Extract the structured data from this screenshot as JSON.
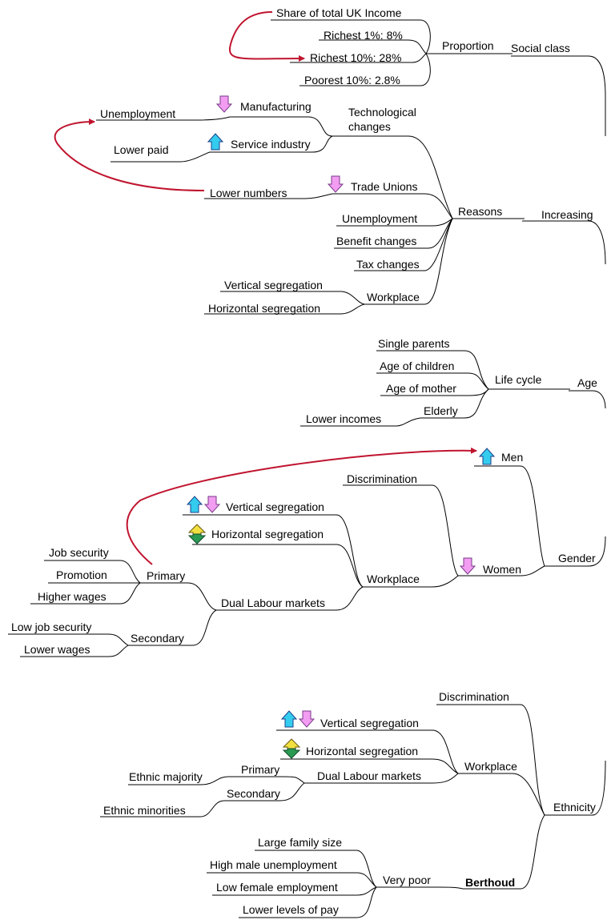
{
  "colors": {
    "line": "#000000",
    "link": "#c0152f",
    "up": "#33ccee",
    "down": "#f29cf2",
    "both_top": "#f2e040",
    "both_bottom": "#2a9a52"
  },
  "nodes": {
    "social_class": "Social class",
    "proportion": "Proportion",
    "share": "Share of total UK Income",
    "richest1": "Richest 1%: 8%",
    "richest10": "Richest 10%: 28%",
    "poorest10": "Poorest 10%: 2.8%",
    "increasing": "Increasing",
    "reasons": "Reasons",
    "tech1": "Technological",
    "tech2": "changes",
    "manufacturing": "Manufacturing",
    "unemployment_a": "Unemployment",
    "service": "Service industry",
    "lower_paid": "Lower paid",
    "trade_unions": "Trade Unions",
    "lower_numbers": "Lower numbers",
    "unemployment_b": "Unemployment",
    "benefit": "Benefit changes",
    "tax": "Tax changes",
    "workplace_a": "Workplace",
    "vert_a": "Vertical segregation",
    "horiz_a": "Horizontal segregation",
    "age": "Age",
    "life_cycle": "Life cycle",
    "single_parents": "Single parents",
    "age_children": "Age of children",
    "age_mother": "Age of mother",
    "elderly": "Elderly",
    "lower_incomes": "Lower incomes",
    "gender": "Gender",
    "men": "Men",
    "women": "Women",
    "discrimination_a": "Discrimination",
    "workplace_b": "Workplace",
    "vert_b": "Vertical segregation",
    "horiz_b": "Horizontal segregation",
    "dual_a": "Dual Labour markets",
    "primary_a": "Primary",
    "job_security": "Job security",
    "promotion": "Promotion",
    "higher_wages": "Higher wages",
    "secondary_a": "Secondary",
    "low_job_security": "Low job security",
    "lower_wages": "Lower wages",
    "ethnicity": "Ethnicity",
    "discrimination_b": "Discrimination",
    "workplace_c": "Workplace",
    "vert_c": "Vertical segregation",
    "horiz_c": "Horizontal segregation",
    "dual_b": "Dual Labour markets",
    "primary_b": "Primary",
    "ethnic_majority": "Ethnic majority",
    "secondary_b": "Secondary",
    "ethnic_minorities": "Ethnic minorities",
    "berthoud": "Berthoud",
    "very_poor": "Very poor",
    "large_family": "Large family size",
    "high_male": "High male unemployment",
    "low_female": "Low female employment",
    "lower_pay": "Lower levels of pay"
  }
}
